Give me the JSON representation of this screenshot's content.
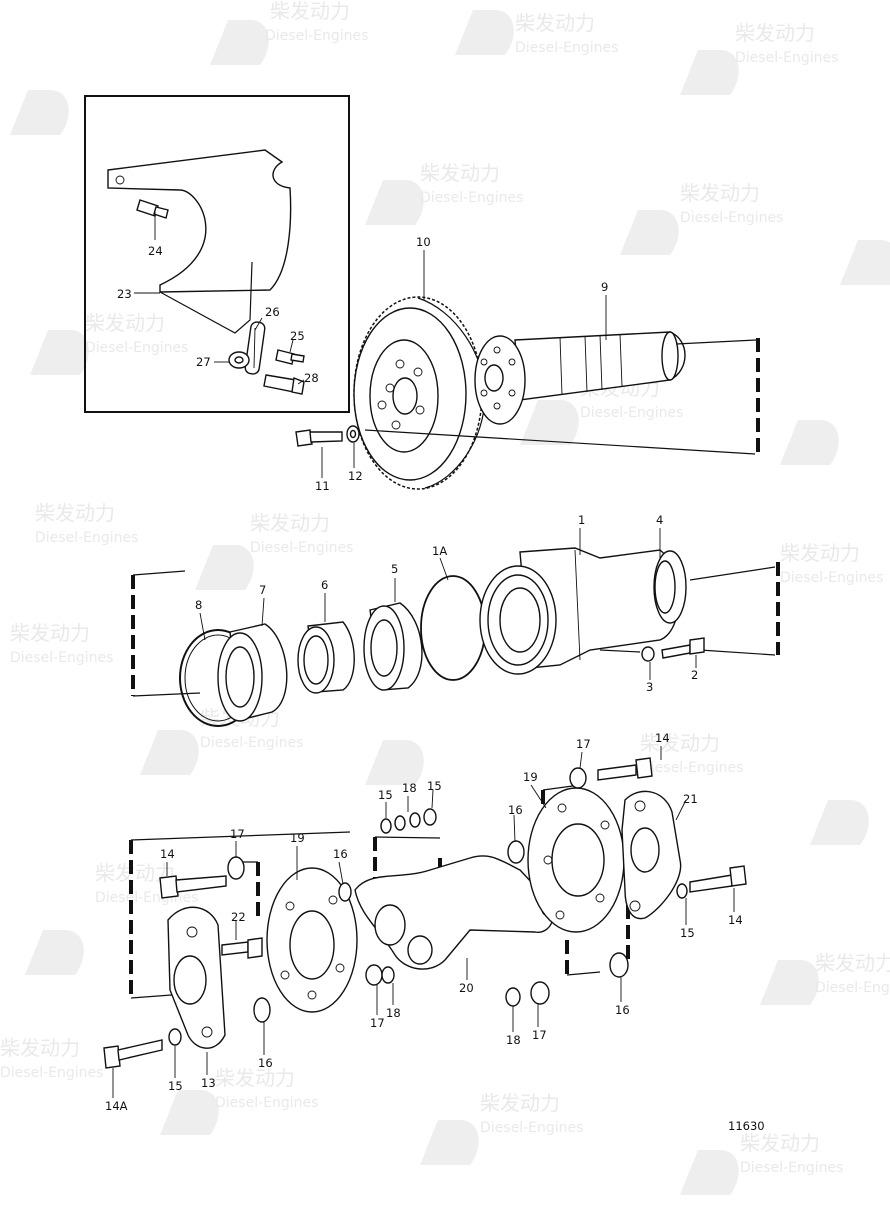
{
  "watermark": {
    "brand": "柴发动力",
    "sub": "Diesel-Engines"
  },
  "drawing_number": "11630",
  "callouts": {
    "p1": "1",
    "p1a": "1A",
    "p2": "2",
    "p3": "3",
    "p4": "4",
    "p5": "5",
    "p6": "6",
    "p7": "7",
    "p8": "8",
    "p9": "9",
    "p10": "10",
    "p11": "11",
    "p12": "12",
    "p13": "13",
    "p14a": "14",
    "p14b": "14",
    "p14c": "14",
    "p14A": "14A",
    "p15a": "15",
    "p15b": "15",
    "p15c": "15",
    "p15d": "15",
    "p16a": "16",
    "p16b": "16",
    "p16c": "16",
    "p16d": "16",
    "p17a": "17",
    "p17b": "17",
    "p17c": "17",
    "p17d": "17",
    "p18a": "18",
    "p18b": "18",
    "p18c": "18",
    "p19a": "19",
    "p19b": "19",
    "p20": "20",
    "p21": "21",
    "p22": "22",
    "p23": "23",
    "p24": "24",
    "p25": "25",
    "p26": "26",
    "p27": "27",
    "p28": "28"
  }
}
